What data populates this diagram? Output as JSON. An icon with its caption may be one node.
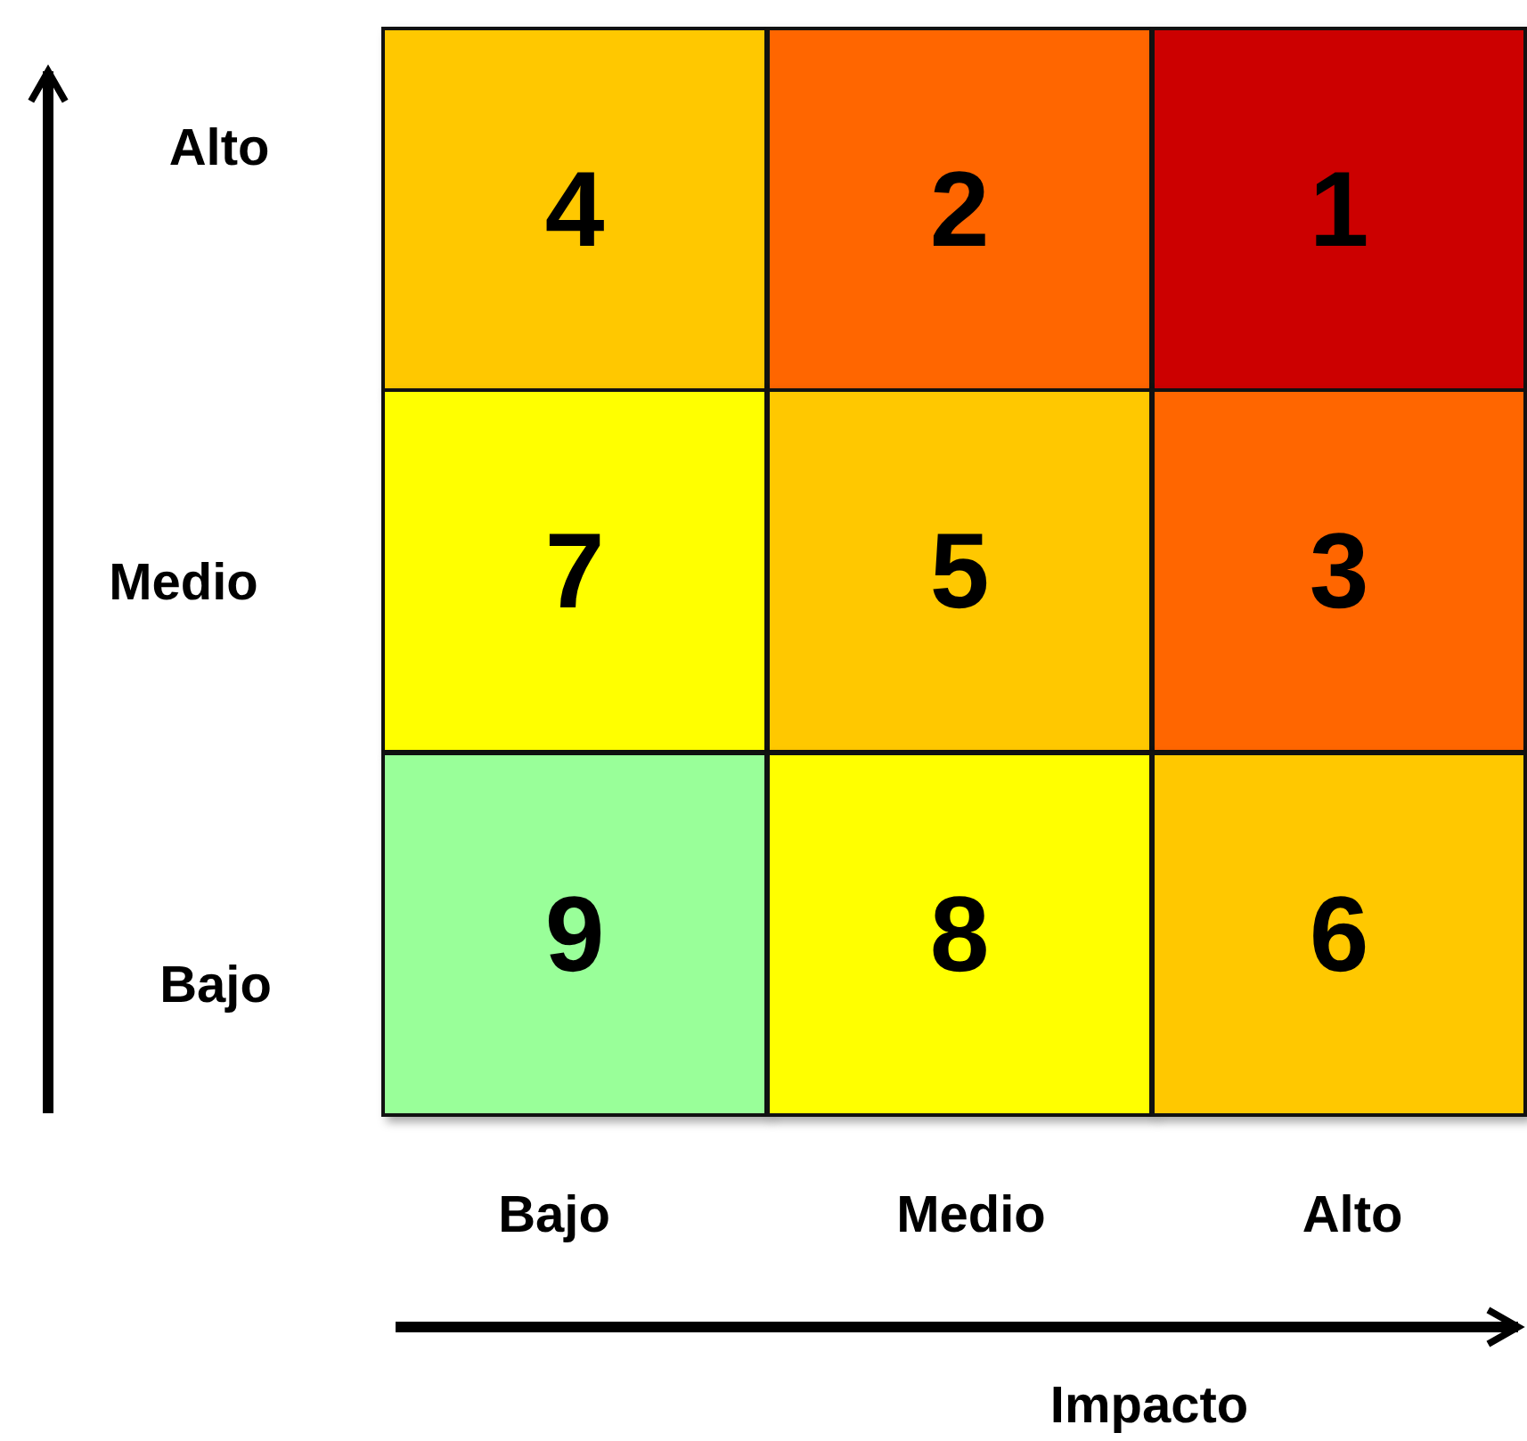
{
  "diagram": {
    "nodes": [
      {
        "text": [
          "4"
        ]
      },
      {
        "text": [
          "2"
        ]
      },
      {
        "text": [
          "1"
        ]
      },
      {
        "text": [
          "7"
        ]
      },
      {
        "text": [
          "5"
        ]
      },
      {
        "text": [
          "3"
        ]
      },
      {
        "text": [
          "9"
        ]
      },
      {
        "text": [
          "8"
        ]
      },
      {
        "text": [
          "6"
        ]
      }
    ],
    "labels": [
      "Alto",
      "Medio",
      "Bajo",
      "Bajo",
      "Medio",
      "Alto",
      "Impacto"
    ]
  }
}
